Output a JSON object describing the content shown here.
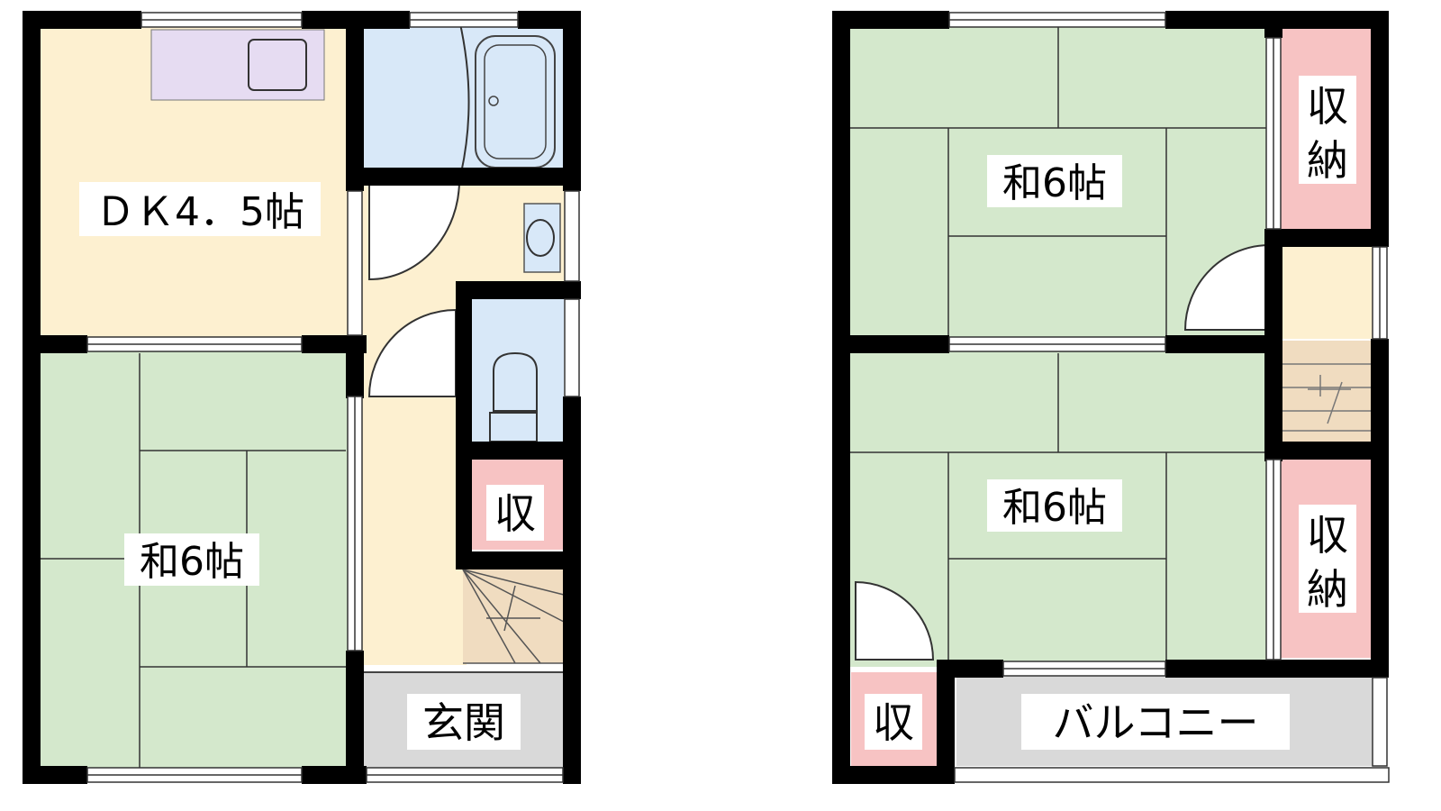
{
  "floor1": {
    "dk_label": "ＤＫ4．5帖",
    "washitsu_label": "和6帖",
    "storage_label": "収",
    "genkan_label": "玄関"
  },
  "floor2": {
    "washitsu_top_label": "和6帖",
    "washitsu_bottom_label": "和6帖",
    "closet_top_label_1": "収",
    "closet_top_label_2": "納",
    "closet_bottom_label_1": "収",
    "closet_bottom_label_2": "納",
    "storage_label": "収",
    "balcony_label": "バルコニー"
  },
  "colors": {
    "tatami": "#d4e8cc",
    "flooring": "#fdf0d0",
    "kitchen": "#e6dcf2",
    "wet_area": "#d8e8f8",
    "storage": "#f7c3c3",
    "stairs": "#f0dcc0",
    "genkan": "#d9d9d9",
    "wall": "#000000"
  }
}
